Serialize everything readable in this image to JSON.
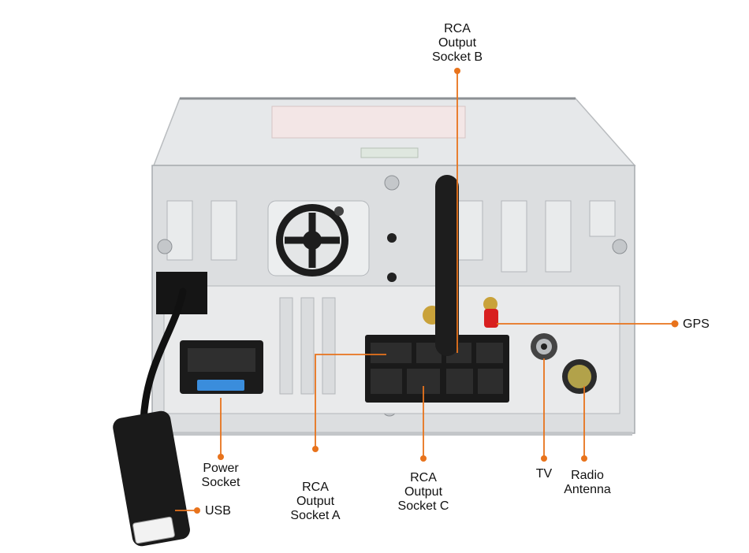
{
  "labels": {
    "rca_b": "RCA\nOutput\nSocket B",
    "gps": "GPS",
    "power": "Power\nSocket",
    "usb": "USB",
    "rca_a": "RCA\nOutput\nSocket A",
    "rca_c": "RCA\nOutput\nSocket C",
    "tv": "TV",
    "radio": "Radio\nAntenna"
  },
  "colors": {
    "callout": "#e8731c",
    "chassis": "#dcdee0",
    "panel": "#e9eaeb",
    "connector": "#1a1a1a",
    "fuse": "#3a8ddc",
    "gps_jack": "#d81f1f",
    "label_text": "#111111"
  },
  "icons": {
    "fan": "fan-icon",
    "screw": "screw-icon",
    "antenna": "wifi-antenna-icon",
    "usb": "usb-plug-icon"
  }
}
